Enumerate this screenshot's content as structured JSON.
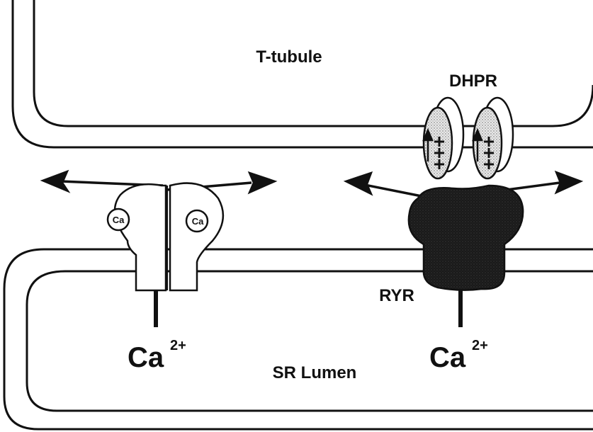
{
  "labels": {
    "t_tubule": "T-tubule",
    "dhpr": "DHPR",
    "ryr": "RYR",
    "sr_lumen": "SR Lumen",
    "ca_ion_left": "Ca",
    "ca_charge_left": "2+",
    "ca_ion_right": "Ca",
    "ca_charge_right": "2+",
    "ca_bound_left": "Ca",
    "ca_bound_right": "Ca"
  },
  "colors": {
    "line": "#111111",
    "background": "#ffffff",
    "dhpr_fill": "#e6e6e6",
    "ryr_fill": "#1a1a1a"
  }
}
